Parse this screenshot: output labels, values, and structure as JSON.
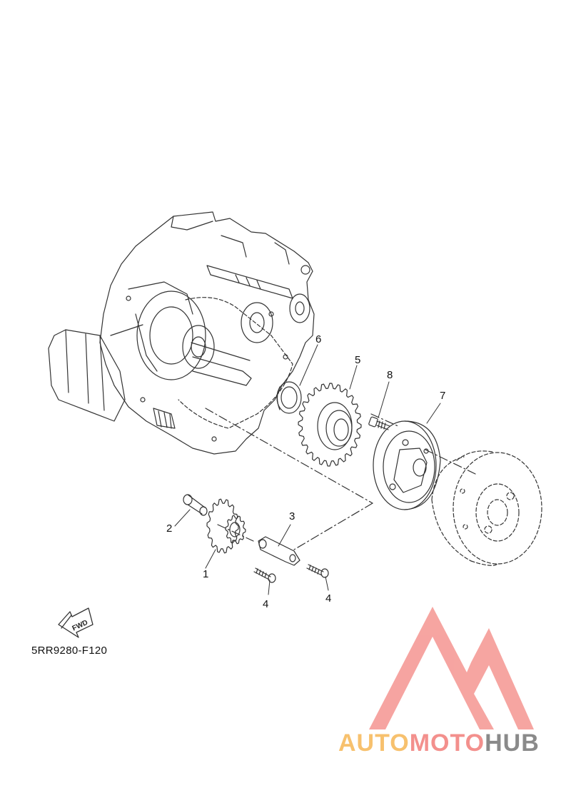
{
  "diagram_code": "5RR9280-F120",
  "fwd_label": "FWD",
  "callouts": [
    "1",
    "2",
    "3",
    "4",
    "4",
    "5",
    "6",
    "7",
    "8"
  ],
  "watermark": {
    "part1": "AUTO",
    "part2": "MOTO",
    "part3": "HUB",
    "color1": "#f7c16e",
    "color2": "#f3908d",
    "color3": "#8a8a8a"
  },
  "colors": {
    "line": "#333333",
    "logo": "#f6a09c"
  }
}
